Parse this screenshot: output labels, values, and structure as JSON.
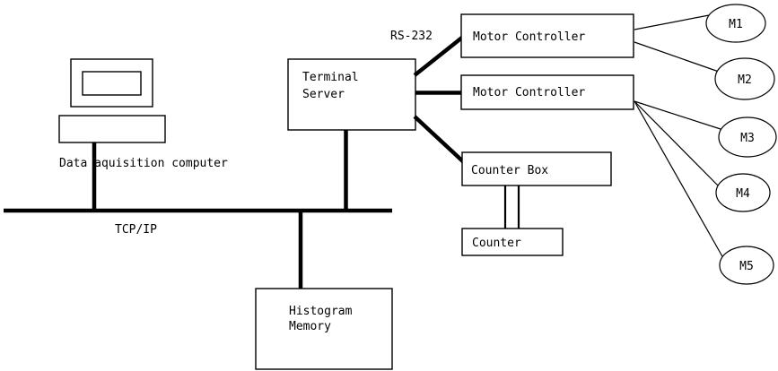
{
  "diagram": {
    "title": "Data acquisition system block diagram",
    "background_color": "#ffffff",
    "line_color": "#000000",
    "nodes": {
      "monitor": {
        "name": "monitor",
        "label": ""
      },
      "keyboard": {
        "name": "keyboard",
        "label": ""
      },
      "computer_caption": {
        "label": "Data aquisition computer"
      },
      "terminal_server": {
        "label_line1": "Terminal",
        "label_line2": "Server"
      },
      "motor_controller_1": {
        "label": "Motor Controller"
      },
      "motor_controller_2": {
        "label": "Motor Controller"
      },
      "counter_box": {
        "label": "Counter Box"
      },
      "counter": {
        "label": "Counter"
      },
      "histogram_memory": {
        "label_line1": "Histogram",
        "label_line2": "Memory"
      }
    },
    "motors": [
      {
        "label": "M1"
      },
      {
        "label": "M2"
      },
      {
        "label": "M3"
      },
      {
        "label": "M4"
      },
      {
        "label": "M5"
      }
    ],
    "edge_labels": {
      "serial_link": "RS-232",
      "network_bus": "TCP/IP"
    }
  }
}
